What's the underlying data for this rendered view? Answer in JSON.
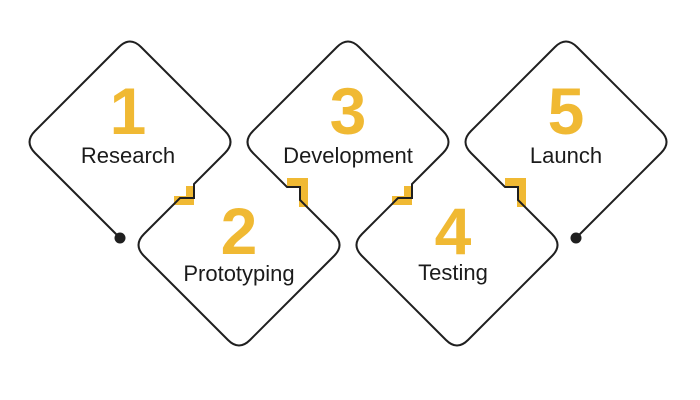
{
  "diagram": {
    "type": "process-flow",
    "shape_style": "rounded-diamond-chain",
    "steps": [
      {
        "number": "1",
        "label": "Research",
        "row": "top"
      },
      {
        "number": "2",
        "label": "Prototyping",
        "row": "bottom"
      },
      {
        "number": "3",
        "label": "Development",
        "row": "top"
      },
      {
        "number": "4",
        "label": "Testing",
        "row": "bottom"
      },
      {
        "number": "5",
        "label": "Launch",
        "row": "top"
      }
    ]
  },
  "colors": {
    "accent": "#F0B933",
    "line": "#1F1F1F",
    "label": "#1B1B1B",
    "background": "#FFFFFF"
  },
  "icons": {
    "endpoint_dot": "filled-circle",
    "corner_bracket": "yellow-corner-L"
  }
}
